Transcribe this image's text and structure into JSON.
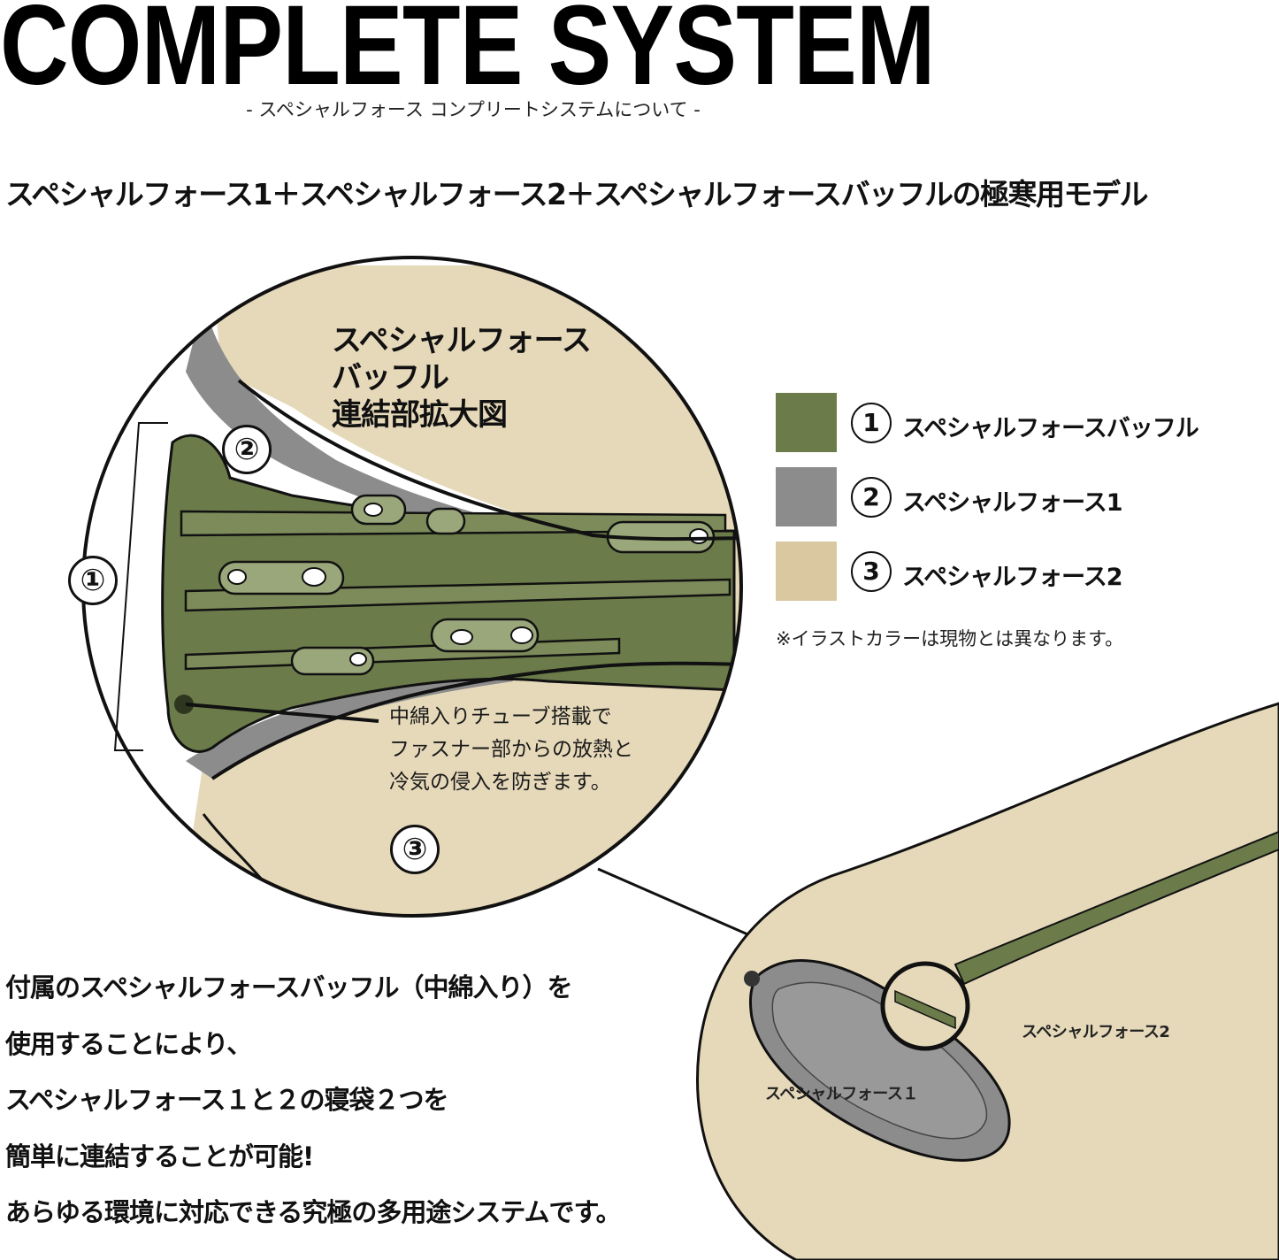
{
  "header": {
    "title": "COMPLETE SYSTEM",
    "subtitle": "- スペシャルフォース コンプリートシステムについて -",
    "headline": "スペシャルフォース1＋スペシャルフォース2＋スペシャルフォースバッフルの極寒用モデル"
  },
  "zoom": {
    "title_lines": [
      "スペシャルフォース",
      "バッフル",
      "連結部拡大図"
    ],
    "callout_lines": [
      "中綿入りチューブ搭載で",
      "ファスナー部からの放熱と",
      "冷気の侵入を防ぎます。"
    ],
    "badges": [
      "①",
      "②",
      "③"
    ]
  },
  "legend": {
    "items": [
      {
        "num": "1",
        "label": "スペシャルフォースバッフル",
        "color": "#6b7b4a"
      },
      {
        "num": "2",
        "label": "スペシャルフォース1",
        "color": "#8c8c8c"
      },
      {
        "num": "3",
        "label": "スペシャルフォース2",
        "color": "#d9c8a0"
      }
    ],
    "note": "※イラストカラーは現物とは異なります。"
  },
  "bag": {
    "label_outer": "スペシャルフォース2",
    "label_inner": "スペシャルフォース１"
  },
  "body": {
    "lines": [
      "付属のスペシャルフォースバッフル（中綿入り）を",
      "使用することにより、",
      "スペシャルフォース１と２の寝袋２つを",
      "簡単に連結することが可能!",
      "あらゆる環境に対応できる究極の多用途システムです。"
    ]
  },
  "colors": {
    "olive": "#6b7b4a",
    "olive_dark": "#55633a",
    "grey": "#8c8c8c",
    "tan": "#e6d9ba",
    "tan_dark": "#d9c8a0",
    "ink": "#111111"
  }
}
